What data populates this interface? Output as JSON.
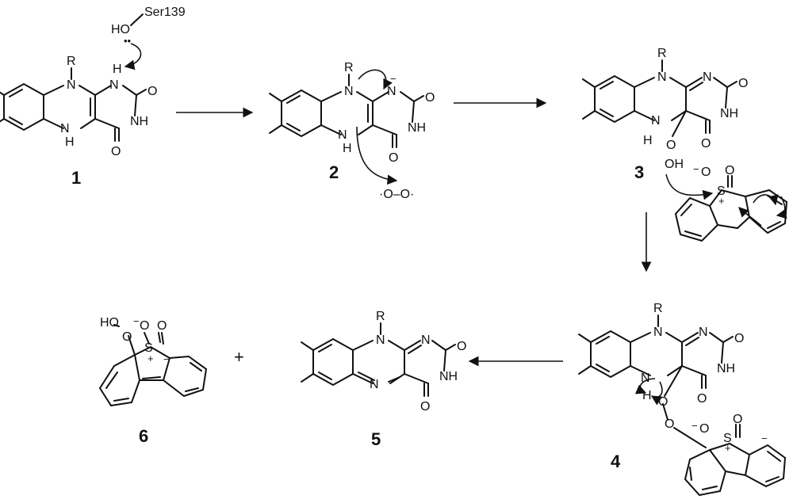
{
  "compounds": {
    "c1": {
      "label": "1"
    },
    "c2": {
      "label": "2"
    },
    "c3": {
      "label": "3"
    },
    "c4": {
      "label": "4"
    },
    "c5": {
      "label": "5"
    },
    "c6": {
      "label": "6"
    }
  },
  "atoms": {
    "R": "R",
    "N": "N",
    "NH": "NH",
    "H": "H",
    "O": "O",
    "OH": "OH",
    "S": "S",
    "HO": "HO",
    "minus": "−",
    "plus": "+",
    "ser": "Ser139",
    "lone_pair": "••",
    "dioxygen": "·O–O·"
  },
  "misc": {
    "plus_sign": "+"
  }
}
